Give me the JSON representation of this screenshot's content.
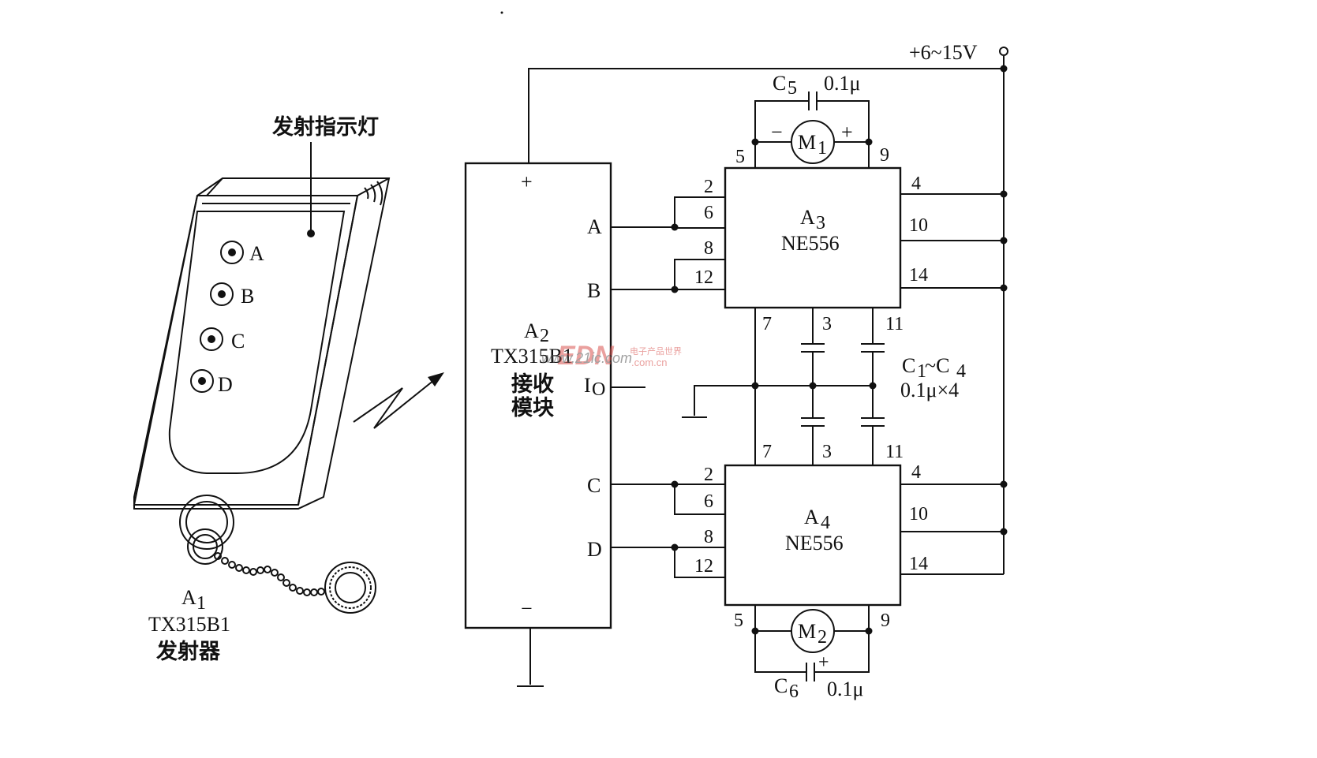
{
  "supply": {
    "label": "+6~15V"
  },
  "transmitter": {
    "indicator_label": "发射指示灯",
    "buttons": [
      "A",
      "B",
      "C",
      "D"
    ],
    "ref": "A",
    "ref_sub": "1",
    "model": "TX315B1",
    "name": "发射器"
  },
  "receiver": {
    "ref": "A",
    "ref_sub": "2",
    "model": "TX315B1",
    "name_line1": "接收",
    "name_line2": "模块",
    "plus": "+",
    "minus": "−",
    "outputs": [
      "A",
      "B",
      "C",
      "D"
    ],
    "io_label": "I",
    "io_sub": "O"
  },
  "chip_a3": {
    "ref": "A",
    "ref_sub": "3",
    "model": "NE556",
    "pins_left": [
      "2",
      "6",
      "8",
      "12"
    ],
    "pins_right": [
      "4",
      "10",
      "14"
    ],
    "pins_bottom": [
      "7",
      "3",
      "11"
    ],
    "pins_top": [
      "5",
      "9"
    ]
  },
  "chip_a4": {
    "ref": "A",
    "ref_sub": "4",
    "model": "NE556",
    "pins_left": [
      "2",
      "6",
      "8",
      "12"
    ],
    "pins_right": [
      "4",
      "10",
      "14"
    ],
    "pins_top": [
      "7",
      "3",
      "11"
    ],
    "pins_bottom": [
      "5",
      "9"
    ]
  },
  "motor_m1": {
    "ref": "M",
    "ref_sub": "1",
    "neg": "−",
    "pos": "+"
  },
  "motor_m2": {
    "ref": "M",
    "ref_sub": "2"
  },
  "cap_c5": {
    "ref": "C",
    "ref_sub": "5",
    "value": "0.1μ"
  },
  "cap_c6": {
    "ref": "C",
    "ref_sub": "6",
    "value": "0.1μ",
    "pos": "+"
  },
  "caps_c1_c4": {
    "ref_a": "C",
    "sub_a": "1",
    "sep": "~C",
    "sub_b": "4",
    "value": "0.1μ×4"
  },
  "watermark": {
    "logo": "EDN",
    "url": "www.21ic.com",
    "cn": "电子产品世界",
    "domain": ".com.cn"
  }
}
